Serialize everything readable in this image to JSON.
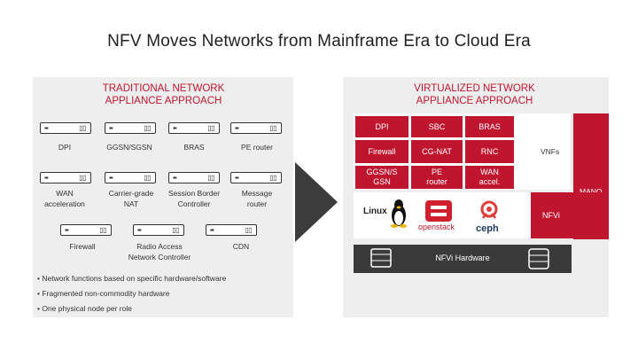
{
  "title": "NFV Moves Networks from Mainframe Era to Cloud Era",
  "left": {
    "heading": [
      "TRADITIONAL NETWORK",
      "APPLIANCE APPROACH"
    ],
    "nodes": [
      {
        "label": [
          "DPI"
        ]
      },
      {
        "label": [
          "GGSN/SGSN"
        ]
      },
      {
        "label": [
          "BRAS"
        ]
      },
      {
        "label": [
          "PE router"
        ]
      },
      {
        "label": [
          "WAN",
          "acceleration"
        ]
      },
      {
        "label": [
          "Carrier-grade",
          "NAT"
        ]
      },
      {
        "label": [
          "Session Border",
          "Controller"
        ]
      },
      {
        "label": [
          "Message",
          "router"
        ]
      },
      {
        "label": [
          "Firewall"
        ]
      },
      {
        "label": [
          "Radio Access",
          "Network Controller"
        ]
      },
      {
        "label": [
          "CDN"
        ]
      }
    ],
    "bullets": [
      "Network functions based on specific hardware/software",
      "Fragmented non-commodity hardware",
      "One physical node per role"
    ]
  },
  "right": {
    "heading": [
      "VIRTUALIZED NETWORK",
      "APPLIANCE APPROACH"
    ],
    "vnf_cells": [
      [
        "DPI"
      ],
      [
        "SBC"
      ],
      [
        "BRAS"
      ],
      [
        "Firewall"
      ],
      [
        "CG-NAT"
      ],
      [
        "RNC"
      ],
      [
        "GGSN/S",
        "GSN"
      ],
      [
        "PE",
        "router"
      ],
      [
        "WAN",
        "accel."
      ]
    ],
    "vnfs_label": "VNFs",
    "mano_label": "MANO",
    "nfvi_label": "NFVi",
    "hardware_label": "NFVi Hardware",
    "logos": {
      "linux": "Linux",
      "openstack": "openstack",
      "ceph": "ceph"
    }
  },
  "colors": {
    "accent": "#c0152f",
    "panel": "#eeeeee",
    "dark": "#3a3a3a",
    "arrow": "#3c3c3c"
  }
}
